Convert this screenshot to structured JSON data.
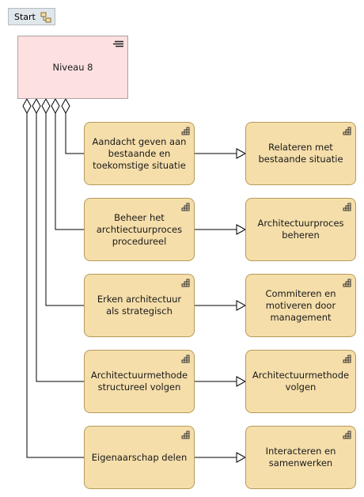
{
  "start": {
    "label": "Start",
    "icon": "hierarchy-icon"
  },
  "root": {
    "label": "Niveau 8",
    "icon": "menu-lines-icon"
  },
  "rows": [
    {
      "left": "Aandacht geven aan bestaande en toekomstige situatie",
      "right": "Relateren met bestaande situatie"
    },
    {
      "left": "Beheer het archtiectuurproces procedureel",
      "right": "Architectuurproces beheren"
    },
    {
      "left": "Erken architectuur als strategisch",
      "right": "Commiteren en motiveren door management"
    },
    {
      "left": "Architectuurmethode structureel volgen",
      "right": "Architectuurmethode volgen"
    },
    {
      "left": "Eigenaarschap delen",
      "right": "Interacteren en samenwerken"
    }
  ],
  "colors": {
    "root_fill": "#fde0e0",
    "goal_fill": "#f5deaa",
    "goal_border": "#b59a59",
    "line": "#000000"
  }
}
